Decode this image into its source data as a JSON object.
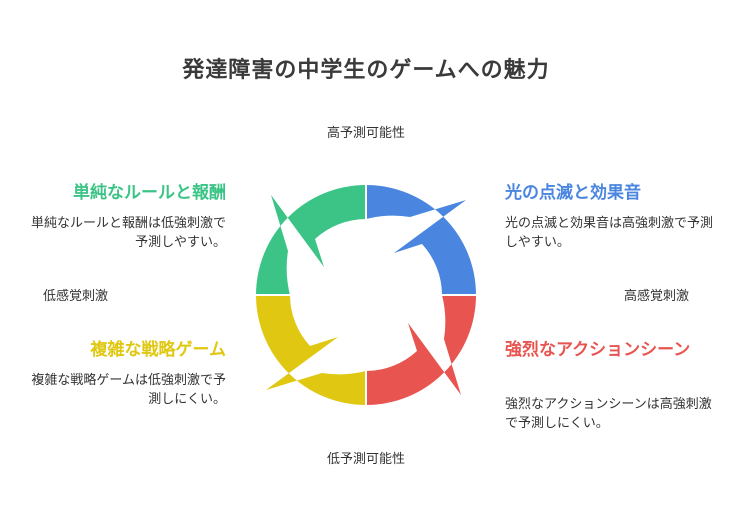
{
  "title": "発達障害の中学生のゲームへの魅力",
  "axes": {
    "top": "高予測可能性",
    "bottom": "低予測可能性",
    "left": "低感覚刺激",
    "right": "高感覚刺激"
  },
  "quadrants": {
    "top_left": {
      "heading": "単純なルールと報酬",
      "description": "単純なルールと報酬は低強刺激で予測しやすい。",
      "color": "#3cc487"
    },
    "top_right": {
      "heading": "光の点滅と効果音",
      "description": "光の点滅と効果音は高強刺激で予測しやすい。",
      "color": "#4a86e0"
    },
    "bottom_left": {
      "heading": "複雑な戦略ゲーム",
      "description": "複雑な戦略ゲームは低強刺激で予測しにくい。",
      "color": "#e0c812"
    },
    "bottom_right": {
      "heading": "強烈なアクションシーン",
      "description": "強烈なアクションシーンは高強刺激で予測しにくい。",
      "color": "#e85450"
    }
  }
}
